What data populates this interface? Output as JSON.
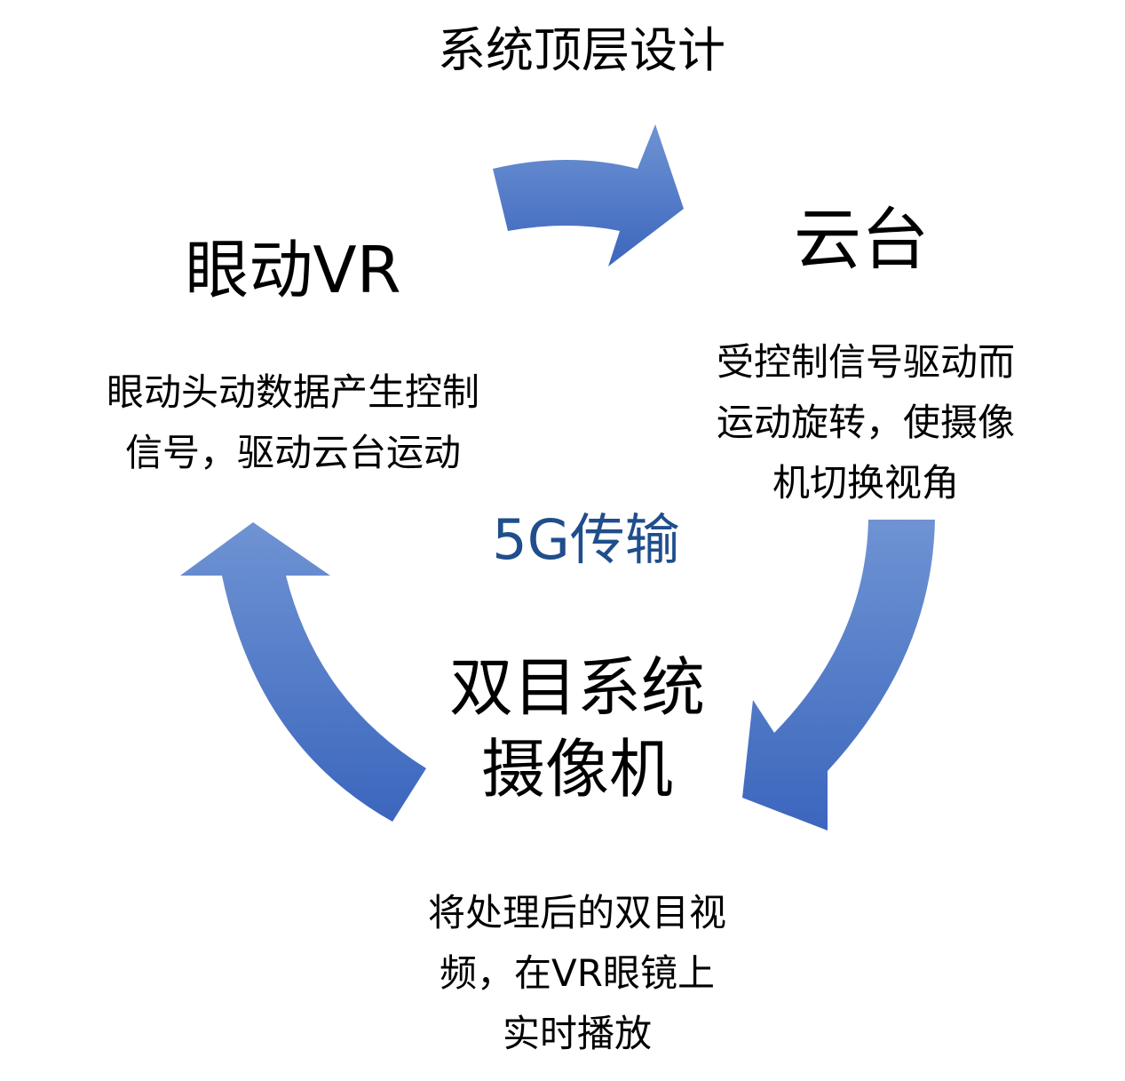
{
  "title": "系统顶层设计",
  "nodes": {
    "eye_vr": {
      "label": "眼动VR",
      "description": [
        "眼动头动数据产生控制",
        "信号，驱动云台运动"
      ]
    },
    "gimbal": {
      "label": "云台",
      "description": [
        "受控制信号驱动而",
        "运动旋转，使摄像",
        "机切换视角"
      ]
    },
    "stereo_camera": {
      "label": [
        "双目系统",
        "摄像机"
      ],
      "description": [
        "将处理后的双目视",
        "频，在VR眼镜上",
        "实时播放"
      ]
    }
  },
  "center_label": "5G传输",
  "colors": {
    "arrow_light": "#6f93d3",
    "arrow_dark": "#3b66bd",
    "center_text": "#1f4e8c"
  }
}
